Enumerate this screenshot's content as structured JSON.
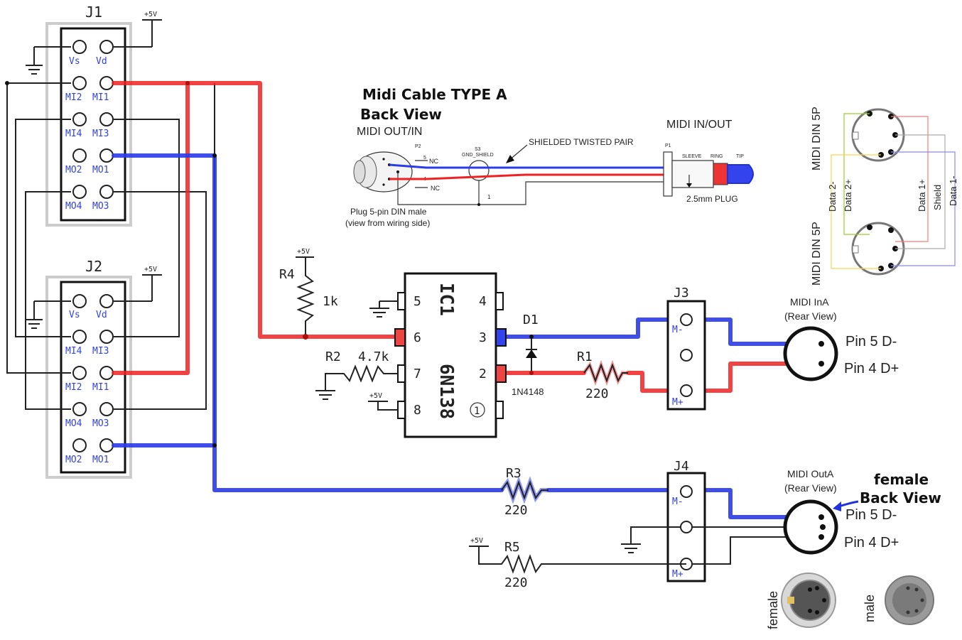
{
  "connectors": {
    "j1": {
      "label": "J1",
      "supply": "+5V",
      "pins": [
        [
          "Vs",
          "Vd"
        ],
        [
          "MI2",
          "MI1"
        ],
        [
          "MI4",
          "MI3"
        ],
        [
          "MO2",
          "MO1"
        ],
        [
          "MO4",
          "MO3"
        ]
      ]
    },
    "j2": {
      "label": "J2",
      "supply": "+5V",
      "pins": [
        [
          "Vs",
          "Vd"
        ],
        [
          "MI4",
          "MI3"
        ],
        [
          "MI2",
          "MI1"
        ],
        [
          "MO4",
          "MO3"
        ],
        [
          "MO2",
          "MO1"
        ]
      ]
    },
    "j3": {
      "label": "J3",
      "pins": [
        "M-",
        "",
        "M+"
      ]
    },
    "j4": {
      "label": "J4",
      "pins": [
        "M-",
        "",
        "M+"
      ]
    }
  },
  "ic": {
    "name": "IC1",
    "part": "6N138",
    "left_pins": [
      "5",
      "6",
      "7",
      "8"
    ],
    "right_pins": [
      "4",
      "3",
      "2"
    ],
    "pin1_mark": "1"
  },
  "components": {
    "r4": {
      "name": "R4",
      "value": "1k",
      "supply": "+5V"
    },
    "r2": {
      "name": "R2",
      "value": "4.7k"
    },
    "r1": {
      "name": "R1",
      "value": "220"
    },
    "r3": {
      "name": "R3",
      "value": "220"
    },
    "r5": {
      "name": "R5",
      "value": "220",
      "supply": "+5V"
    },
    "d1": {
      "name": "D1",
      "part": "1N4148"
    },
    "ic_supply": "+5V"
  },
  "cable": {
    "title_1": "Midi Cable TYPE A",
    "title_2": "Back View",
    "left_label": "MIDI OUT/IN",
    "right_label": "MIDI IN/OUT",
    "pair_label": "SHIELDED TWISTED PAIR",
    "plug_caption_1": "Plug 5-pin DIN male",
    "plug_caption_2": "(view from wiring side)",
    "plug_label": "2.5mm PLUG",
    "p2": "P2",
    "p1": "P1",
    "s3": "S3",
    "gnd_shield": "GND_SHIELD",
    "nc": "NC",
    "n1": "1",
    "n4": "4",
    "n5": "5",
    "sleeve": "SLEEVE",
    "ring": "RING",
    "tip": "TIP"
  },
  "din_inset": {
    "top_label": "MIDI DIN 5P",
    "bottom_label": "MIDI DIN 5P",
    "wires": [
      "Data 2-",
      "Data 2+",
      "Data 1+",
      "Shield",
      "Data 1-"
    ]
  },
  "midi_in": {
    "title": "MIDI InA",
    "subtitle": "(Rear View)",
    "pin5": "Pin 5 D-",
    "pin4": "Pin 4 D+"
  },
  "midi_out": {
    "title": "MIDI OutA",
    "subtitle": "(Rear View)",
    "note_1": "female",
    "note_2": "Back View",
    "pin5": "Pin 5 D-",
    "pin4": "Pin 4 D+"
  },
  "photos": {
    "female": "female",
    "male": "male"
  },
  "colors": {
    "data_plus": "#ee2222",
    "data_minus": "#2a3be8"
  }
}
